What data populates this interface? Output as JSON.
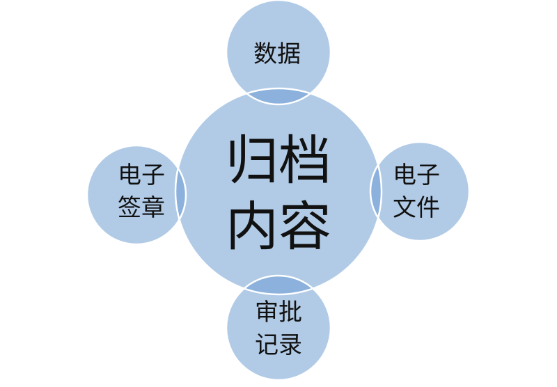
{
  "diagram": {
    "center": {
      "lines": [
        "归档",
        "内容"
      ]
    },
    "nodes": [
      {
        "id": "top",
        "lines": [
          "数据"
        ]
      },
      {
        "id": "left",
        "lines": [
          "电子",
          "签章"
        ]
      },
      {
        "id": "right",
        "lines": [
          "电子",
          "文件"
        ]
      },
      {
        "id": "bottom",
        "lines": [
          "审批",
          "记录"
        ]
      }
    ]
  },
  "colors": {
    "fill": "#b1cbe7",
    "overlap": "#8bb1dc",
    "stroke": "#ffffff",
    "text": "#111111"
  }
}
